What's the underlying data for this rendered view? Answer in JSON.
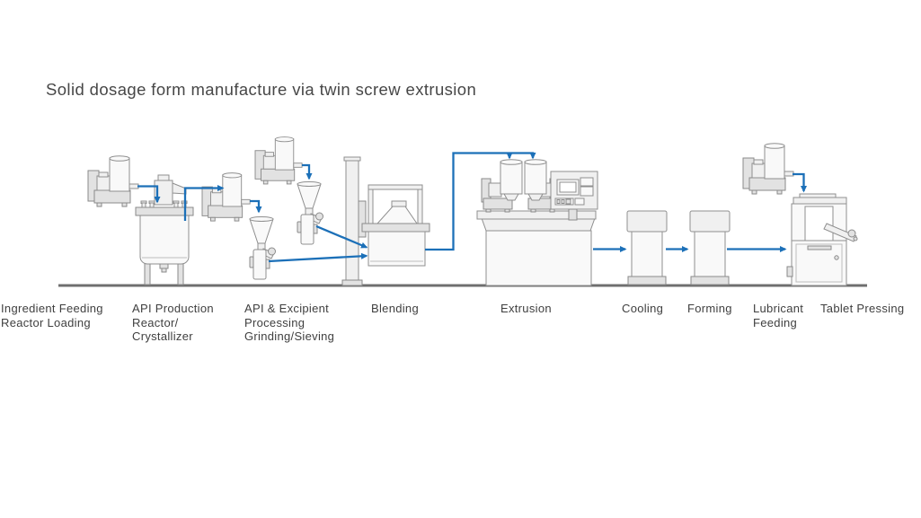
{
  "title": "Solid dosage form manufacture via twin screw extrusion",
  "colors": {
    "flow_arrow": "#1c70b8",
    "text": "#3f3f3f",
    "ground_line": "#6f6f6f",
    "equipment_fill": "#f0f0f0",
    "equipment_stroke": "#8f8f8f"
  },
  "process_steps": [
    {
      "id": "ingredient-feeding",
      "equipment": "gravimetric-feeder",
      "lines": [
        "Ingredient Feeding",
        "Reactor Loading"
      ]
    },
    {
      "id": "api-production",
      "equipment": "reactor-crystallizer",
      "lines": [
        "API Production",
        "Reactor/",
        "Crystallizer"
      ]
    },
    {
      "id": "api-excipient-processing",
      "equipment": "feeders-and-mills",
      "lines": [
        "API & Excipient",
        "Processing",
        "Grinding/Sieving"
      ]
    },
    {
      "id": "blending",
      "equipment": "bin-blender",
      "lines": [
        "Blending"
      ]
    },
    {
      "id": "extrusion",
      "equipment": "twin-screw-extruder",
      "lines": [
        "Extrusion"
      ]
    },
    {
      "id": "cooling",
      "equipment": "cooling-unit",
      "lines": [
        "Cooling"
      ]
    },
    {
      "id": "forming",
      "equipment": "forming-unit",
      "lines": [
        "Forming"
      ]
    },
    {
      "id": "lubricant-feeding",
      "equipment": "lubricant-feeder",
      "lines": [
        "Lubricant",
        "Feeding"
      ]
    },
    {
      "id": "tablet-pressing",
      "equipment": "tablet-press",
      "lines": [
        "Tablet Pressing"
      ]
    }
  ]
}
